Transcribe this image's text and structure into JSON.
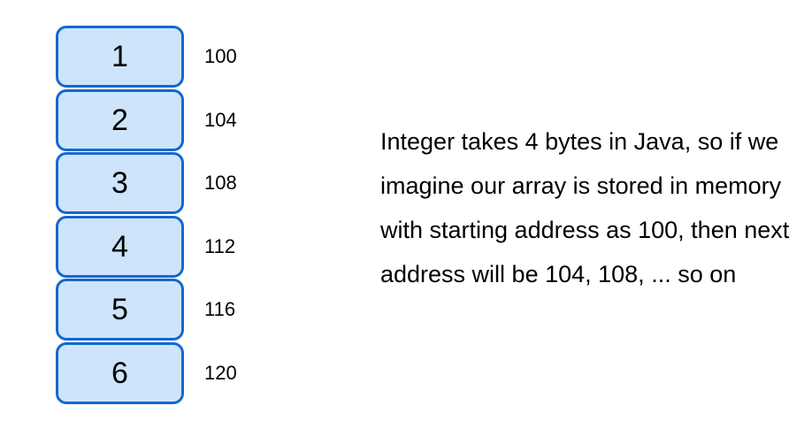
{
  "colors": {
    "background": "#ffffff",
    "cell_fill": "#cde4fb",
    "cell_border": "#1568cd",
    "text": "#000000"
  },
  "diagram": {
    "cells": [
      {
        "value": "1",
        "address": "100"
      },
      {
        "value": "2",
        "address": "104"
      },
      {
        "value": "3",
        "address": "108"
      },
      {
        "value": "4",
        "address": "112"
      },
      {
        "value": "5",
        "address": "116"
      },
      {
        "value": "6",
        "address": "120"
      }
    ]
  },
  "annotation": {
    "lines": [
      "Integer takes 4 bytes in Java, so if we",
      "imagine our array is stored in memory",
      "with starting address as 100, then next",
      "address will be 104, 108, ... so on"
    ]
  }
}
